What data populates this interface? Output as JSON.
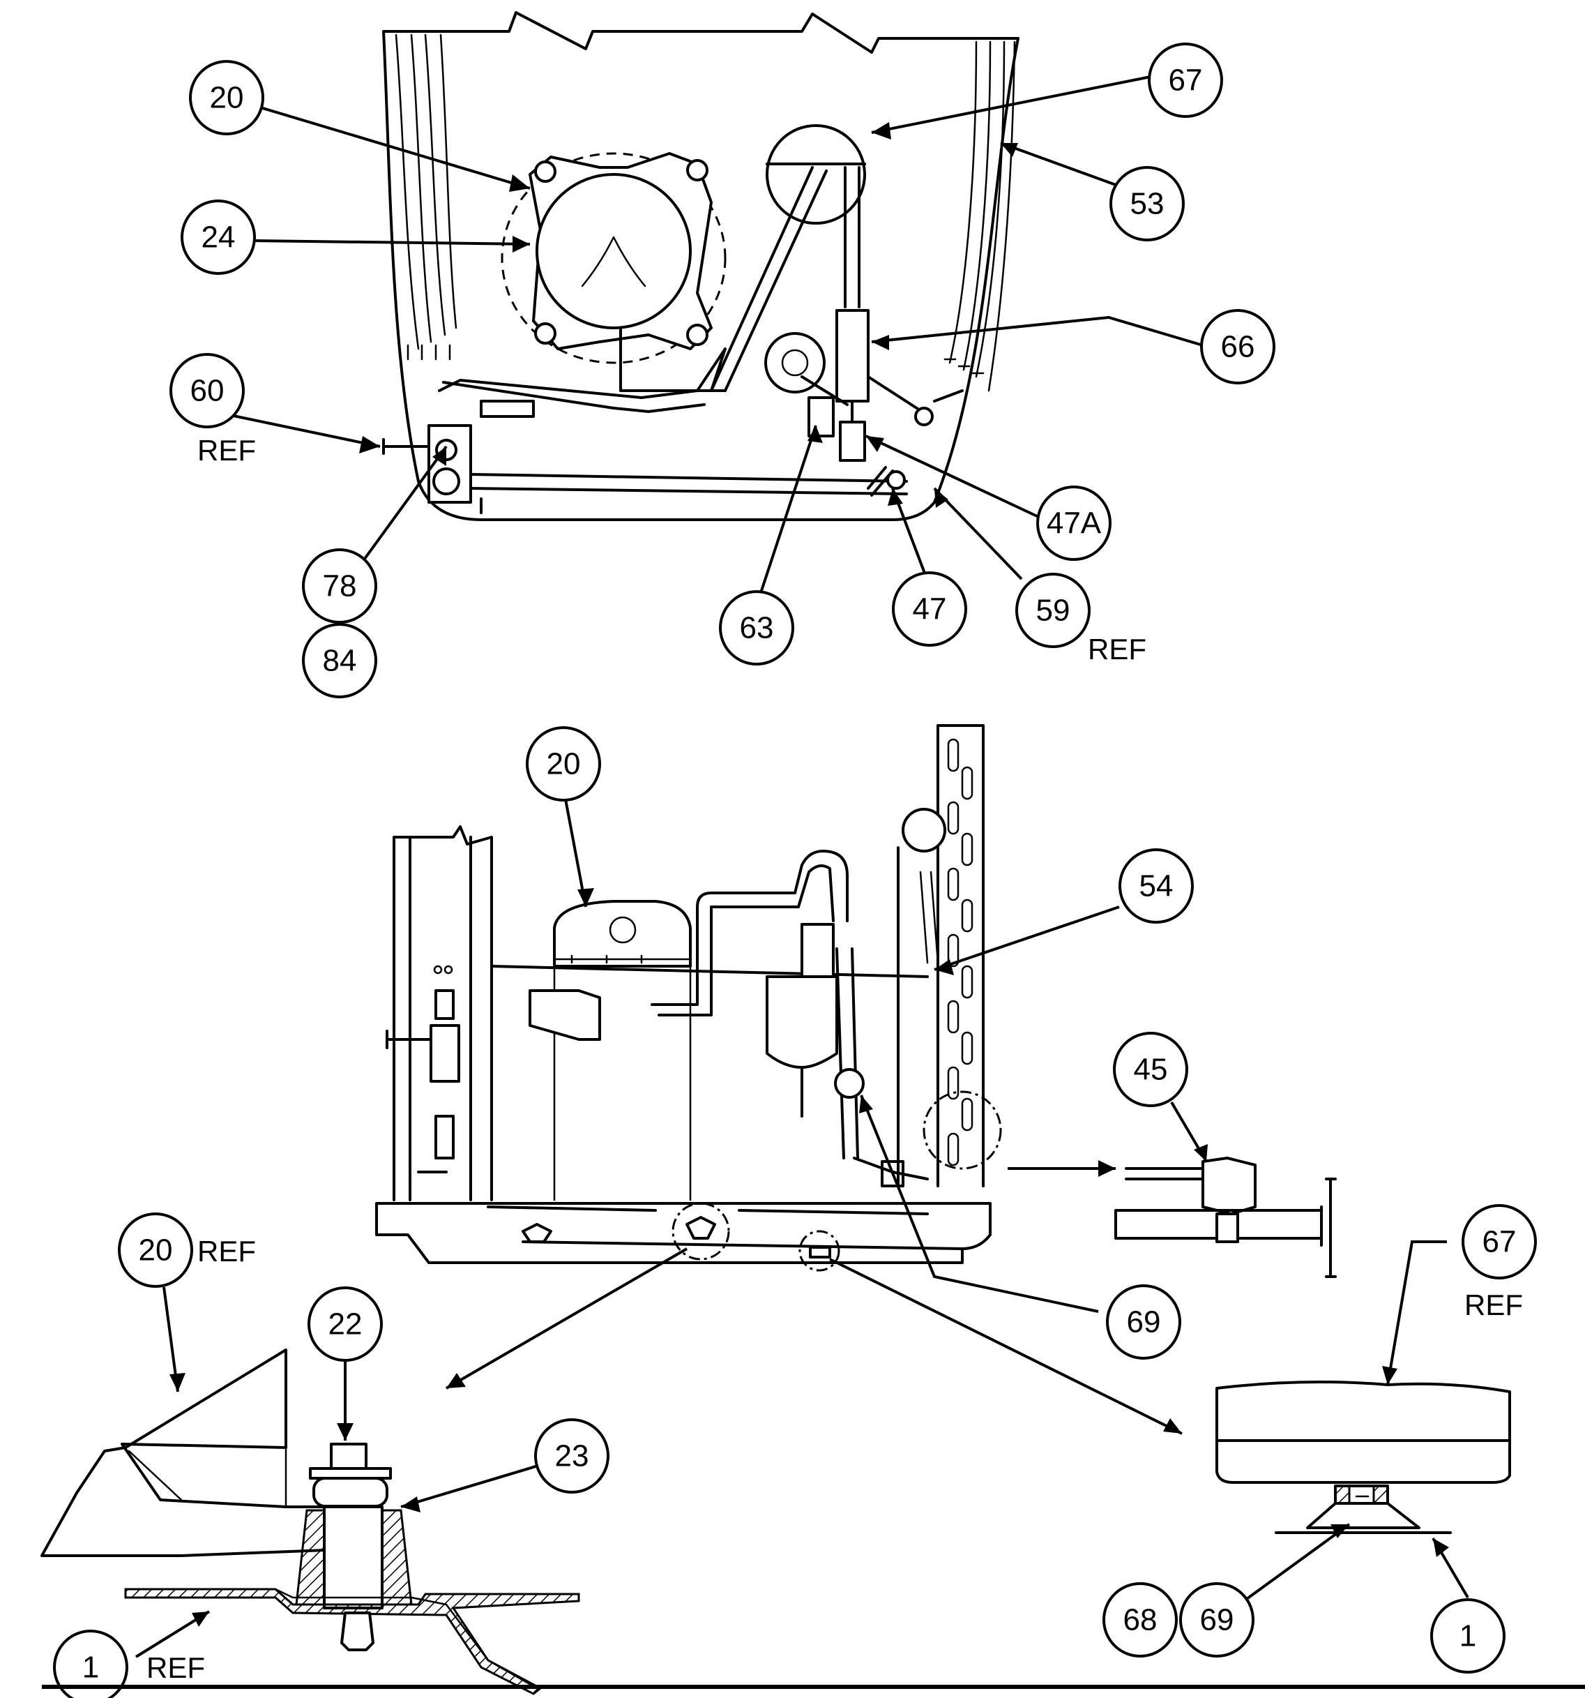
{
  "callouts": {
    "c20_top": "20",
    "c24": "24",
    "c67_top": "67",
    "c53": "53",
    "c66": "66",
    "c60": "60",
    "c47a": "47A",
    "c78": "78",
    "c84": "84",
    "c63": "63",
    "c47": "47",
    "c59": "59",
    "c20_mid": "20",
    "c54": "54",
    "c45": "45",
    "c69_mid": "69",
    "c20_ref": "20",
    "c22": "22",
    "c23": "23",
    "c1_left": "1",
    "c67_ref": "67",
    "c68": "68",
    "c69_bot": "69",
    "c1_right": "1"
  },
  "ref_labels": {
    "ref_60": "REF",
    "ref_59": "REF",
    "ref_20": "REF",
    "ref_1": "REF",
    "ref_67": "REF"
  },
  "colors": {
    "ink": "#000000",
    "paper": "#ffffff"
  }
}
